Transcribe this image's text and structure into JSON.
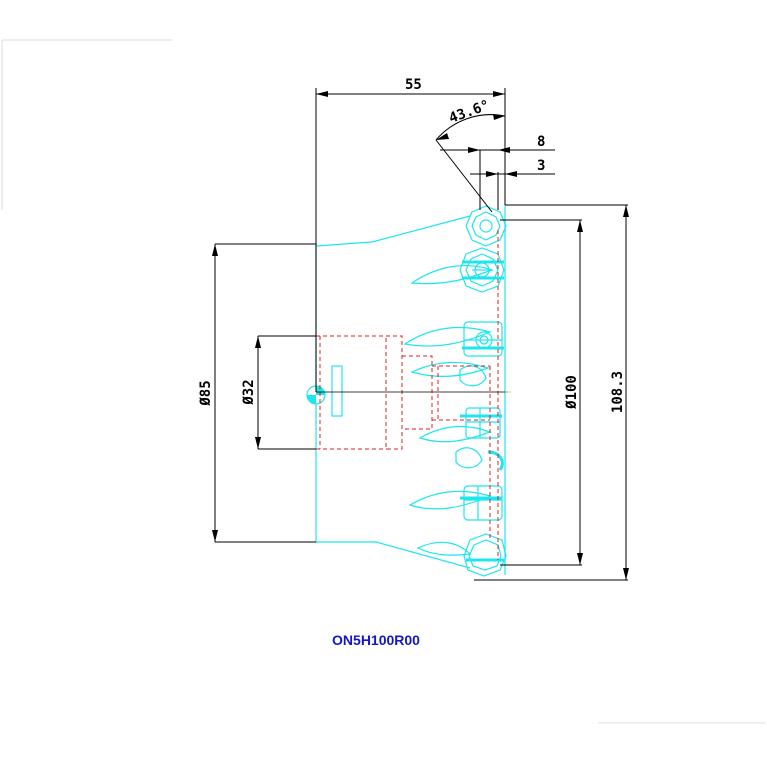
{
  "drawing": {
    "part_code": "ON5H100R00",
    "colors": {
      "dimension": "#000000",
      "body_outline": "#1ee6ee",
      "hidden_lines": "#e02020",
      "part_code": "#1515c8",
      "frame": "#dddddd"
    },
    "dimensions": {
      "length": "55",
      "angle": "43.6°",
      "offset_a": "8",
      "offset_b": "3",
      "bore_diameter": "Ø32",
      "body_diameter": "Ø85",
      "cutting_diameter": "Ø100",
      "max_diameter": "108.3"
    }
  }
}
